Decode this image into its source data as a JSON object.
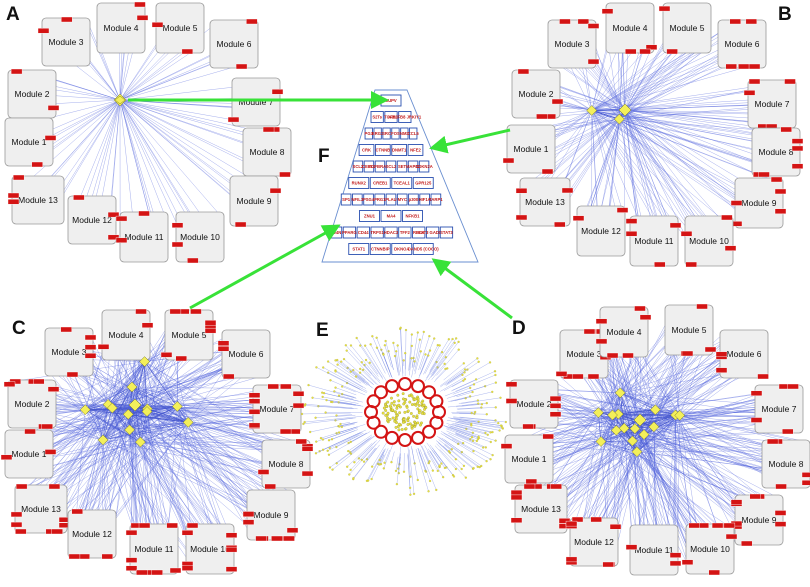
{
  "panels": {
    "A": {
      "letter": "A",
      "modules": [
        "Module 3",
        "Module 4",
        "Module 5",
        "Module 6",
        "Module 2",
        "Module 7",
        "Module 1",
        "Module 8",
        "Module 13",
        "Module 9",
        "Module 12",
        "Module 11",
        "Module 10"
      ]
    },
    "B": {
      "letter": "B",
      "modules": [
        "Module 3",
        "Module 4",
        "Module 5",
        "Module 6",
        "Module 2",
        "Module 7",
        "Module 1",
        "Module 8",
        "Module 13",
        "Module 9",
        "Module 12",
        "Module 11",
        "Module 10"
      ]
    },
    "C": {
      "letter": "C",
      "modules": [
        "Module 3",
        "Module 4",
        "Module 5",
        "Module 6",
        "Module 2",
        "Module 7",
        "Module 1",
        "Module 8",
        "Module 13",
        "Module 9",
        "Module 12",
        "Module 11",
        "Module 10"
      ]
    },
    "D": {
      "letter": "D",
      "modules": [
        "Module 3",
        "Module 4",
        "Module 5",
        "Module 6",
        "Module 2",
        "Module 7",
        "Module 1",
        "Module 8",
        "Module 13",
        "Module 9",
        "Module 12",
        "Module 11",
        "Module 10"
      ]
    },
    "E": {
      "letter": "E"
    },
    "F": {
      "letter": "F"
    }
  },
  "pyramid_rows": [
    [
      "SUPV"
    ],
    [
      "S2Ts",
      "TGFB1",
      "NDUFB8 JRKIY1"
    ],
    [
      "PG3",
      "ERG3",
      "SRC",
      "FOS",
      "NM3",
      "CCL5"
    ],
    [
      "CRK",
      "CTNNB",
      "DNMT1",
      "NFE2"
    ],
    [
      "SCL2",
      "CEBL1",
      "TGFBRAP1",
      "SCL2",
      "SET",
      "MAP3Z",
      "CDKN2A"
    ],
    [
      "RUNX2",
      "CREB1",
      "TCEAL1",
      "GPR125"
    ],
    [
      "SP1",
      "NFIL3",
      "PSG4",
      "PRG1",
      "PLAU",
      "MYC",
      "p300",
      "HIF1A",
      "TARP1"
    ],
    [
      "ZNU1",
      "MA4",
      "NFKB1"
    ],
    [
      "CD4N",
      "PPARG",
      "CD44",
      "TRPS1",
      "HDAC3",
      "TFF2",
      "RELA",
      "DDIT3 GADD153",
      "STAT3"
    ],
    [
      "STAT1",
      "CTNNBIP",
      "DKNOA",
      "DAND5 (COCO)"
    ]
  ]
}
